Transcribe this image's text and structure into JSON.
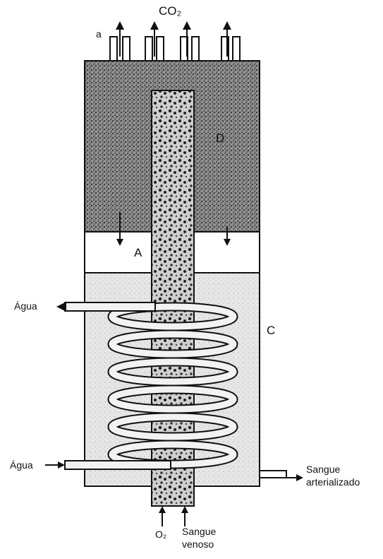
{
  "labels": {
    "co2": "CO₂",
    "a_small": "a",
    "d": "D",
    "a_big": "A",
    "c": "C",
    "agua_out": "Água",
    "agua_in": "Água",
    "sangue_arterial_1": "Sangue",
    "sangue_arterial_2": "arterializado",
    "o2": "O₂",
    "sangue_venoso_1": "Sangue",
    "sangue_venoso_2": "venoso"
  }
}
